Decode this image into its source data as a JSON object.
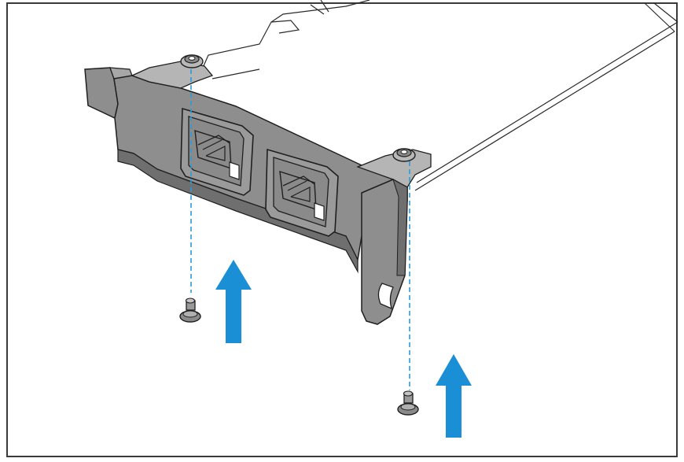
{
  "figure": {
    "kind": "installation-illustration",
    "components": [
      "pci-card-board",
      "low-profile-bracket",
      "rj45-port",
      "rj45-port",
      "standoff",
      "standoff",
      "screw",
      "screw"
    ],
    "annotations": [
      "arrow-up",
      "arrow-up",
      "dashed-guide",
      "dashed-guide"
    ]
  },
  "colors": {
    "frame": "#3a3a3a",
    "bracket_fill": "#8e8e8e",
    "bracket_dark": "#6f6f6f",
    "bracket_light": "#b5b5b5",
    "outline": "#1f1f1f",
    "board_line": "#2a2a2a",
    "arrow": "#1a8fd6",
    "guide": "#2a9bd8",
    "background": "#ffffff"
  }
}
